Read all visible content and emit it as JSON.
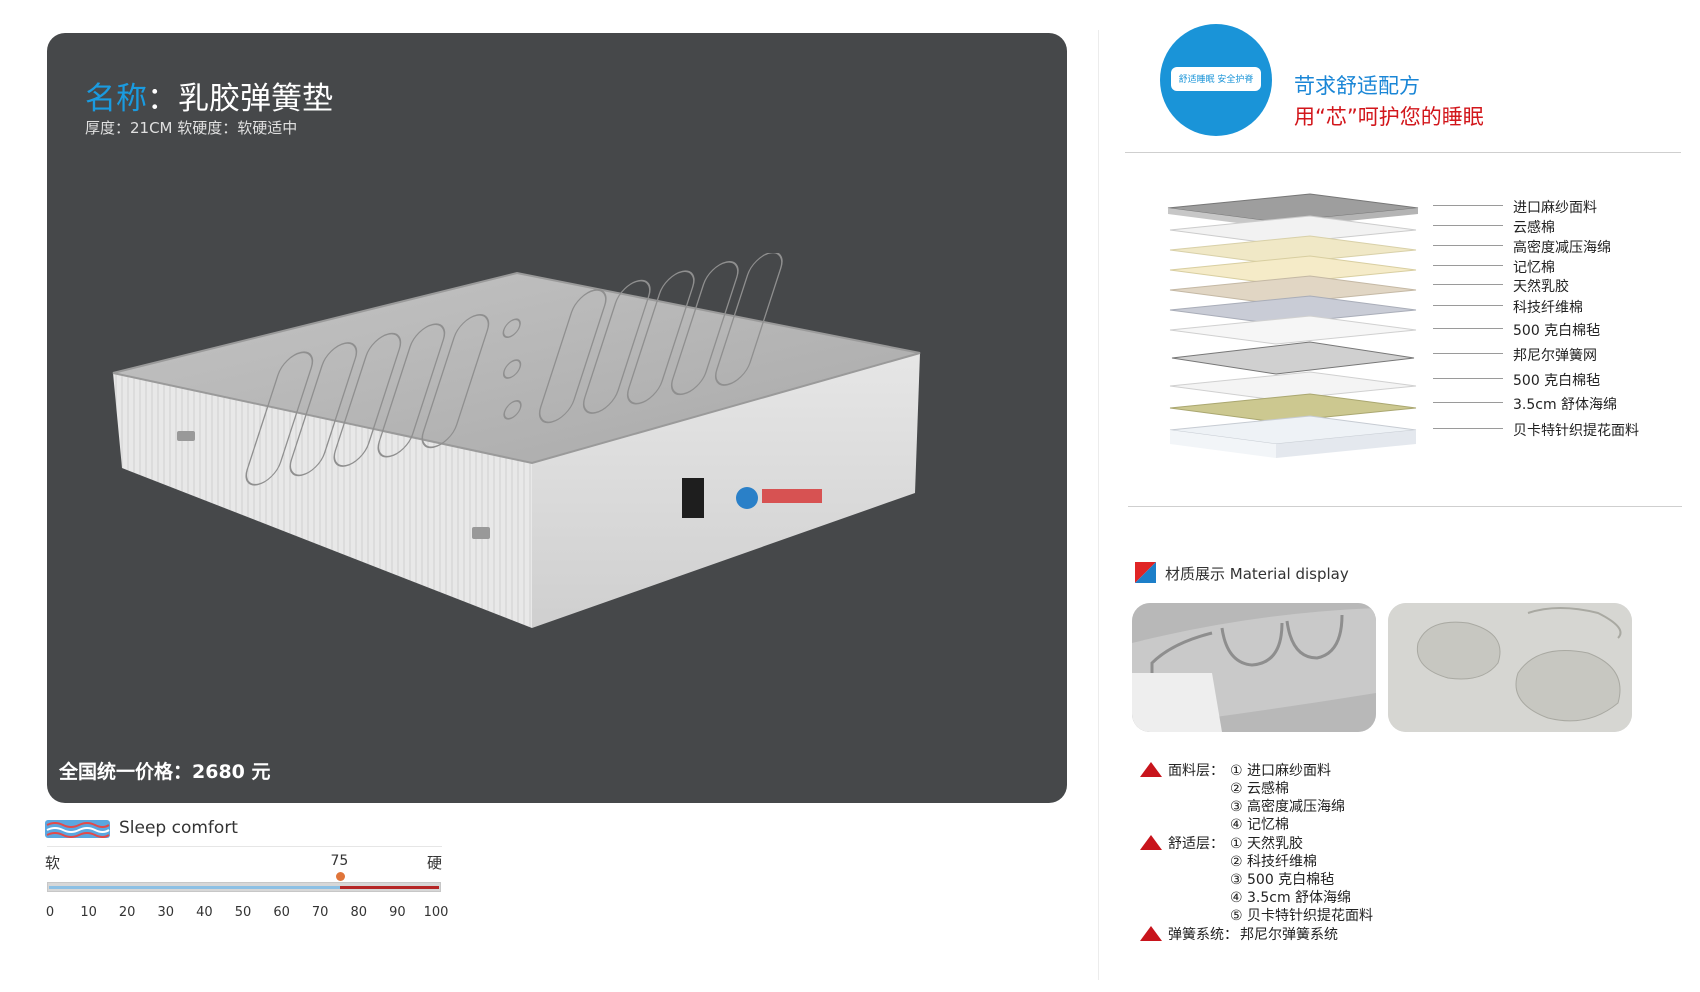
{
  "hero": {
    "name_key": "名称",
    "name_sep": "：",
    "name_value": "乳胶弹簧垫",
    "specs": "厚度：21CM   软硬度：软硬适中",
    "price": "全国统一价格：2680 元"
  },
  "comfort": {
    "label": "Sleep comfort",
    "soft": "软",
    "hard": "硬",
    "value": 75,
    "value_text": "75",
    "ticks": [
      "0",
      "10",
      "20",
      "30",
      "40",
      "50",
      "60",
      "70",
      "80",
      "90",
      "100"
    ]
  },
  "badge": {
    "text": "舒适睡眠 安全护脊"
  },
  "slogan": {
    "line1": "苛求舒适配方",
    "line2": "用“芯”呵护您的睡眠"
  },
  "layers": [
    "进口麻纱面料",
    "云感棉",
    "高密度减压海绵",
    "记忆棉",
    "天然乳胶",
    "科技纤维棉",
    "500 克白棉毡",
    "邦尼尔弹簧网",
    "500 克白棉毡",
    "3.5cm 舒体海绵",
    "贝卡特针织提花面料"
  ],
  "material": {
    "title": "材质展示 Material display"
  },
  "composition": {
    "fabric_label": "面料层：",
    "fabric_items": [
      "① 进口麻纱面料",
      "② 云感棉",
      "③ 高密度减压海绵",
      "④ 记忆棉"
    ],
    "comfort_label": "舒适层：",
    "comfort_items": [
      "① 天然乳胶",
      "② 科技纤维棉",
      "③ 500 克白棉毡",
      "④ 3.5cm 舒体海绵",
      "⑤ 贝卡特针织提花面料"
    ],
    "spring_label": "弹簧系统：",
    "spring_value": "邦尼尔弹簧系统"
  },
  "colors": {
    "panel": "#46484a",
    "accent_blue": "#1a94d8",
    "accent_red": "#c8141c"
  }
}
